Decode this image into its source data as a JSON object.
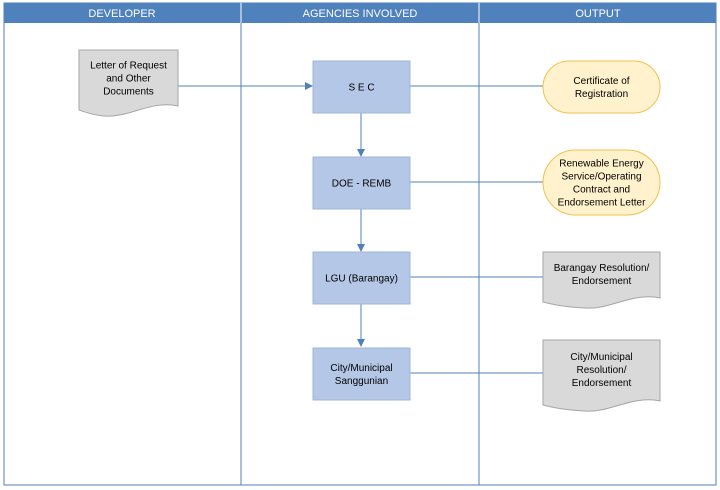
{
  "lanes": {
    "developer": "DEVELOPER",
    "agencies": "AGENCIES INVOLVED",
    "output": "OUTPUT"
  },
  "developer_doc": {
    "lines": [
      "Letter of Request",
      "and Other",
      "Documents"
    ]
  },
  "agencies": [
    {
      "lines": [
        "S E C"
      ]
    },
    {
      "lines": [
        "DOE - REMB"
      ]
    },
    {
      "lines": [
        "LGU (Barangay)"
      ]
    },
    {
      "lines": [
        "City/Municipal",
        "Sanggunian"
      ]
    }
  ],
  "outputs": [
    {
      "shape": "terminator",
      "lines": [
        "Certificate of",
        "Registration"
      ]
    },
    {
      "shape": "terminator",
      "lines": [
        "Renewable Energy",
        "Service/Operating",
        "Contract and",
        "Endorsement Letter"
      ]
    },
    {
      "shape": "document",
      "lines": [
        "Barangay Resolution/",
        "Endorsement"
      ]
    },
    {
      "shape": "document",
      "lines": [
        "City/Municipal",
        "Resolution/",
        "Endorsement"
      ]
    }
  ],
  "colors": {
    "lane_header": "#4f81bd",
    "lane_border": "#4f81bd",
    "agency_fill": "#b4c7e7",
    "terminator_fill": "#fff2cc",
    "terminator_stroke": "#f2c14e",
    "document_fill": "#d9d9d9",
    "connector": "#4f81bd"
  }
}
